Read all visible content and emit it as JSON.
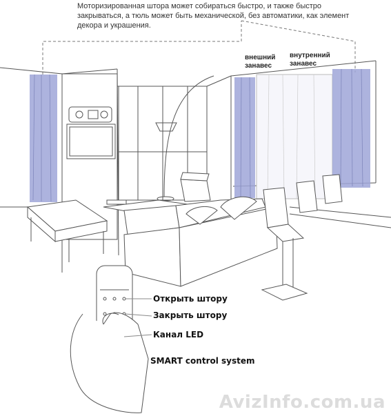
{
  "caption": "Моторизированная штора может собираться быстро, и также быстро закрываться, а тюль может быть механической, без автоматики, как элемент декора и украшения.",
  "labels": {
    "outer_curtain": "внешний\nзанавес",
    "inner_curtain": "внутренний\nзанавес"
  },
  "remote": {
    "open": "Открыть штору",
    "close": "Закрыть штору",
    "led": "Канал LED",
    "system": "SMART control system"
  },
  "watermark": "AvizInfo.com.ua",
  "colors": {
    "curtain": "#9fa6d8",
    "line": "#555555",
    "dashed": "#777777"
  }
}
